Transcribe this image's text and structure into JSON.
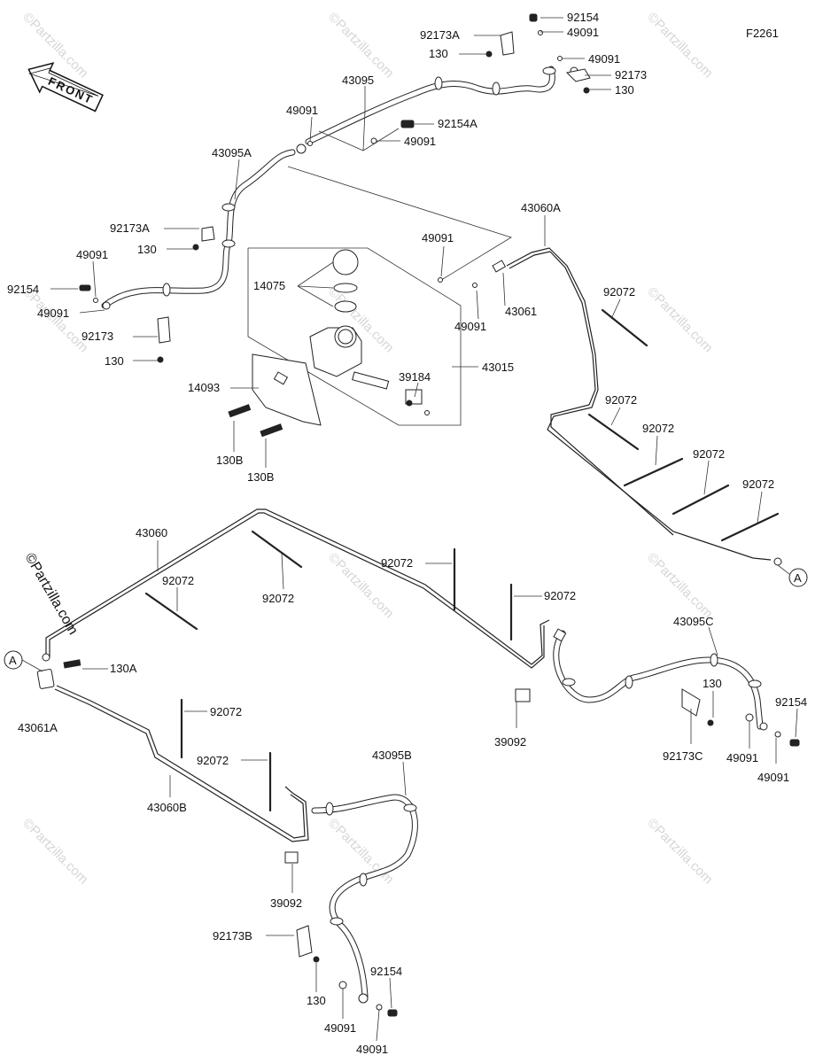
{
  "figure_code": "F2261",
  "orientation_label": "FRONT",
  "credit": "©Partzilla.com",
  "watermark": "©Partzilla.com",
  "connector_refs": [
    "A",
    "A"
  ],
  "callouts": [
    "92154",
    "49091",
    "92173A",
    "130",
    "49091",
    "92173",
    "130",
    "43095",
    "49091",
    "92154A",
    "49091",
    "43095A",
    "92173A",
    "130",
    "49091",
    "92154",
    "49091",
    "92173",
    "130",
    "43060A",
    "49091",
    "14075",
    "43061",
    "49091",
    "92072",
    "39184",
    "43015",
    "14093",
    "130B",
    "130B",
    "92072",
    "92072",
    "92072",
    "92072",
    "43060",
    "92072",
    "92072",
    "92072",
    "92072",
    "130A",
    "43061A",
    "43095C",
    "130",
    "92154",
    "39092",
    "92173C",
    "49091",
    "49091",
    "92072",
    "92072",
    "43060B",
    "43095B",
    "39092",
    "92173B",
    "130",
    "92154",
    "49091",
    "49091"
  ]
}
